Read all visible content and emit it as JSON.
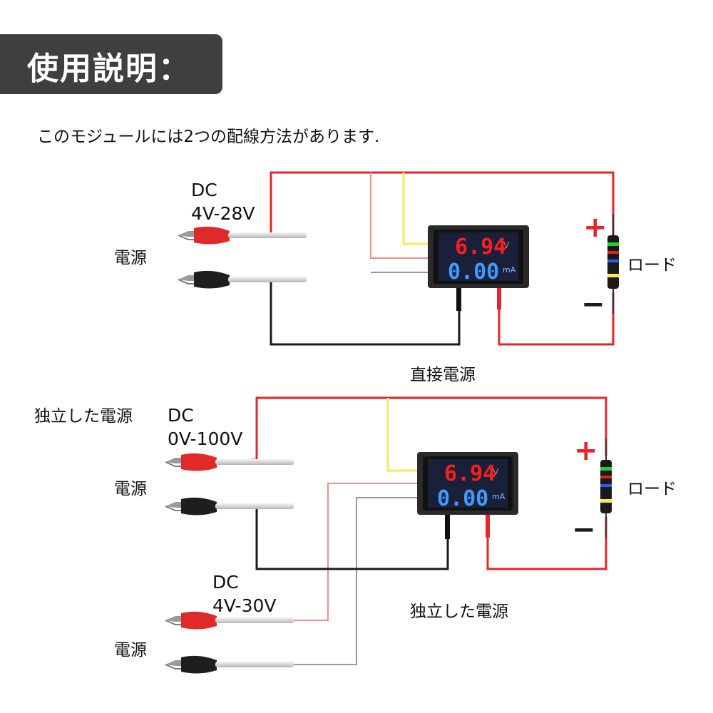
{
  "header": {
    "title": "使用説明："
  },
  "intro": "このモジュールには2つの配線方法があります.",
  "colors": {
    "banner": "#3f3f3f",
    "red_wire": "#e8242a",
    "black_wire": "#1a1a1a",
    "yellow_wire": "#ffe65a",
    "pink_wire": "#ef8d8d",
    "gray_wire": "#9a9a9a",
    "display_red": "#ff1e1e",
    "display_blue": "#3f9bff"
  },
  "meter": {
    "voltage": "6.94",
    "voltage_unit": "V",
    "current": "0.00",
    "current_unit": "mA"
  },
  "diagram1": {
    "source_range_line1": "DC",
    "source_range_line2": "4V-28V",
    "source_label": "電源",
    "load_label": "ロード",
    "plus": "+",
    "minus": "−",
    "caption": "直接電源"
  },
  "diagram2": {
    "independent_label": "独立した電源",
    "source1_line1": "DC",
    "source1_line2": "0V-100V",
    "source1_label": "電源",
    "source2_line1": "DC",
    "source2_line2": "4V-30V",
    "source2_label": "電源",
    "load_label": "ロード",
    "plus": "+",
    "minus": "−",
    "caption": "独立した電源"
  }
}
